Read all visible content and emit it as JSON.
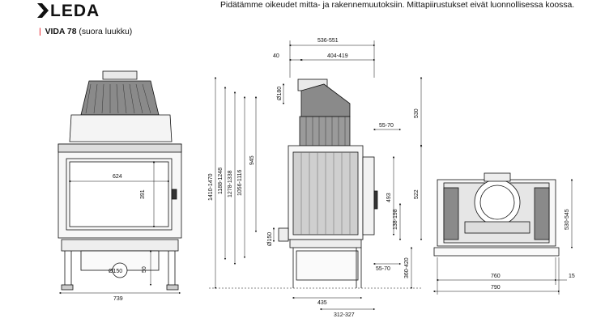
{
  "brand": {
    "name": "LEDA",
    "accent": "#e30613"
  },
  "disclaimer": "Pidätämme oikeudet mitta- ja rakennemuutoksiin. Mittapiirustukset eivät luonnollisessa koossa.",
  "product": {
    "name": "VIDA 78",
    "variant": "(suora luukku)"
  },
  "front_view": {
    "glass_width": "624",
    "glass_height": "391",
    "outlet_diameter": "Ø150",
    "foot_height": "50",
    "total_width": "739"
  },
  "side_view": {
    "overall_depth": "536-551",
    "flue_offset": "40",
    "flue_depth": "404-419",
    "flue_diameter": "Ø180",
    "height_top": "530",
    "height_1": "1410-1470",
    "height_2": "1188-1248",
    "height_3": "1278-1338",
    "height_4": "1056-1116",
    "height_5": "945",
    "inlet_diameter": "Ø150",
    "clearance_top": "55-70",
    "handle_height": "493",
    "body_height": "522",
    "base_range": "138-198",
    "clearance_bottom": "55-70",
    "leg_range": "360-420",
    "bottom_depth": "435",
    "rear_depth": "312-327"
  },
  "top_view": {
    "depth": "530-545",
    "width_inner": "760",
    "width_total": "790",
    "margin": "15"
  }
}
